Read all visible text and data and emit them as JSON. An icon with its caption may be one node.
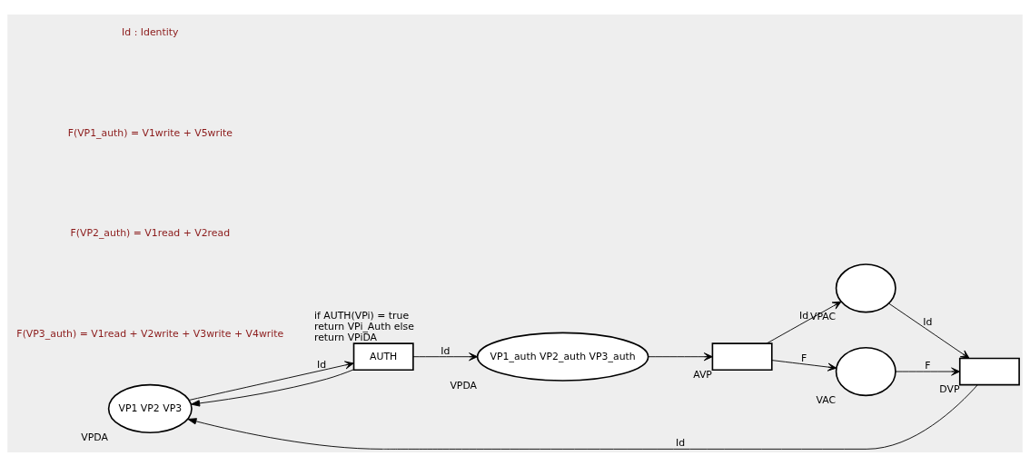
{
  "diagram": {
    "nodes": [
      {
        "text": [
          "VPDA",
          "VP1 VP2 VP3"
        ]
      },
      {
        "text": [
          "AUTH"
        ],
        "beside": [
          "if AUTH(VPi) = true return VPi_Auth else return VPiDA"
        ]
      },
      {
        "text": [
          "VPDA",
          "VP1_auth VP2_auth VP3_auth"
        ]
      },
      {
        "text": [
          "AVP"
        ]
      },
      {
        "text": [
          "VPAC"
        ]
      },
      {
        "text": [
          "VAC"
        ]
      },
      {
        "text": [
          "DVP"
        ]
      }
    ],
    "edges": [
      {
        "from": 0,
        "to": 1,
        "arrow": "to",
        "label": "Id"
      },
      {
        "from": 1,
        "to": 2,
        "arrow": "to",
        "label": "Id"
      },
      {
        "from": 2,
        "to": 3,
        "arrow": "to"
      },
      {
        "from": 3,
        "to": 4,
        "arrow": "to",
        "label": "Id"
      },
      {
        "from": 3,
        "to": 5,
        "arrow": "to",
        "label": "F"
      },
      {
        "from": 4,
        "to": 6,
        "arrow": "to",
        "label": "Id"
      },
      {
        "from": 5,
        "to": 6,
        "arrow": "to",
        "label": "F"
      },
      {
        "from": 6,
        "to": 0,
        "arrow": "to",
        "label": "Id"
      },
      {
        "from": 1,
        "to": 0,
        "arrow": "to"
      }
    ],
    "labels": [
      "Id : Identity",
      "F(VP1_auth) = V1write + V5write",
      "F(VP2_auth) = V1read + V2read",
      "F(VP3_auth) = V1read + V2write + V3write + V4write"
    ]
  }
}
